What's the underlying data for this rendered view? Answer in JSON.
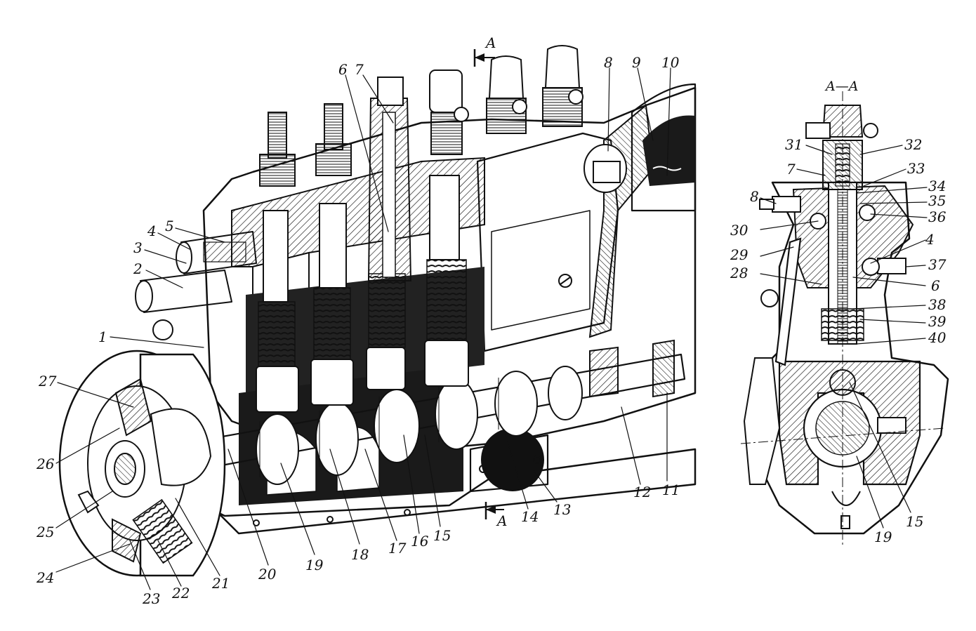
{
  "section_marks": {
    "main_top": "A",
    "main_bottom": "A",
    "side_title": "A—A"
  },
  "callouts_main": [
    "1",
    "2",
    "3",
    "4",
    "5",
    "6",
    "7",
    "8",
    "9",
    "10",
    "11",
    "12",
    "13",
    "14",
    "15",
    "16",
    "17",
    "18",
    "19",
    "20",
    "21",
    "22",
    "23",
    "24",
    "25",
    "26",
    "27"
  ],
  "callouts_side": [
    "4",
    "6",
    "7",
    "8",
    "15",
    "19",
    "28",
    "29",
    "30",
    "31",
    "32",
    "33",
    "34",
    "35",
    "36",
    "37",
    "38",
    "39",
    "40"
  ]
}
